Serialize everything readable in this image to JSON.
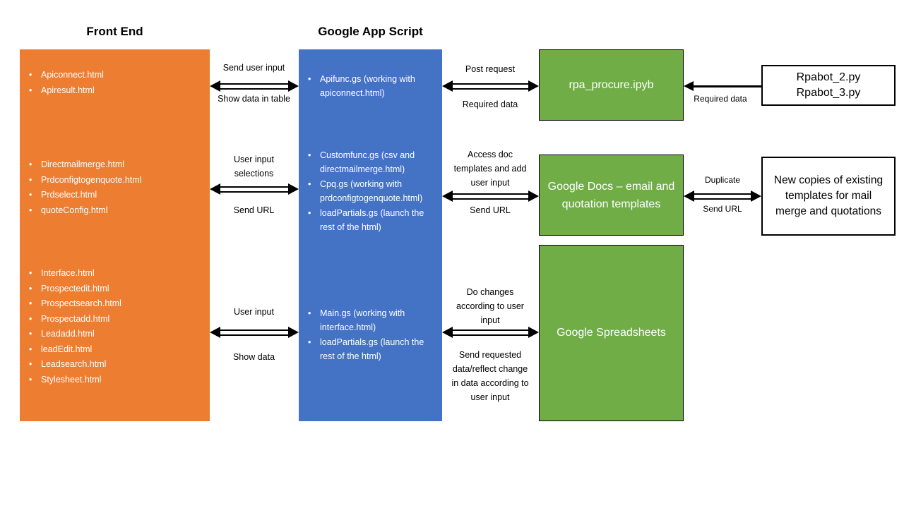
{
  "headers": {
    "front_end": "Front End",
    "app_script": "Google App Script"
  },
  "front_end": {
    "groups": [
      {
        "items": [
          "Apiconnect.html",
          "Apiresult.html"
        ]
      },
      {
        "items": [
          "Directmailmerge.html",
          "Prdconfigtogenquote.html",
          "Prdselect.html",
          "quoteConfig.html"
        ]
      },
      {
        "items": [
          "Interface.html",
          "Prospectedit.html",
          "Prospectsearch.html",
          "Prospectadd.html",
          "Leadadd.html",
          "leadEdit.html",
          "Leadsearch.html",
          "Stylesheet.html"
        ]
      }
    ]
  },
  "app_script": {
    "groups": [
      {
        "items": [
          "Apifunc.gs (working with apiconnect.html)"
        ]
      },
      {
        "items": [
          "Customfunc.gs (csv and directmailmerge.html)",
          "Cpq.gs (working with prdconfigtogenquote.html)",
          "loadPartials.gs (launch the rest of the html)"
        ]
      },
      {
        "items": [
          "Main.gs (working with interface.html)",
          "loadPartials.gs (launch the rest of the html)"
        ]
      }
    ]
  },
  "fe_as_connectors": [
    {
      "top": "Send user input",
      "bottom": "Show data in table"
    },
    {
      "top": "User input selections",
      "bottom": "Send URL"
    },
    {
      "top": "User input",
      "bottom": "Show data"
    }
  ],
  "as_g_connectors": [
    {
      "top": "Post request",
      "bottom": "Required data"
    },
    {
      "top": "Access doc templates and add user input",
      "bottom": "Send URL"
    },
    {
      "top": "Do changes according to user input",
      "bottom": "Send requested data/reflect change in data according to user input"
    }
  ],
  "google_boxes": [
    {
      "label": "rpa_procure.ipyb"
    },
    {
      "label": "Google Docs – email and quotation templates"
    },
    {
      "label": "Google Spreadsheets"
    }
  ],
  "right_boxes": [
    {
      "lines": [
        "Rpabot_2.py",
        "Rpabot_3.py"
      ]
    },
    {
      "label": "New copies of existing templates for mail merge and quotations"
    }
  ],
  "right_connectors": [
    {
      "bottom": "Required data"
    },
    {
      "top": "Duplicate",
      "bottom": "Send URL"
    }
  ],
  "colors": {
    "front_end": "#ED7D31",
    "app_script": "#4472C4",
    "google": "#70AD47",
    "arrow": "#000000"
  }
}
